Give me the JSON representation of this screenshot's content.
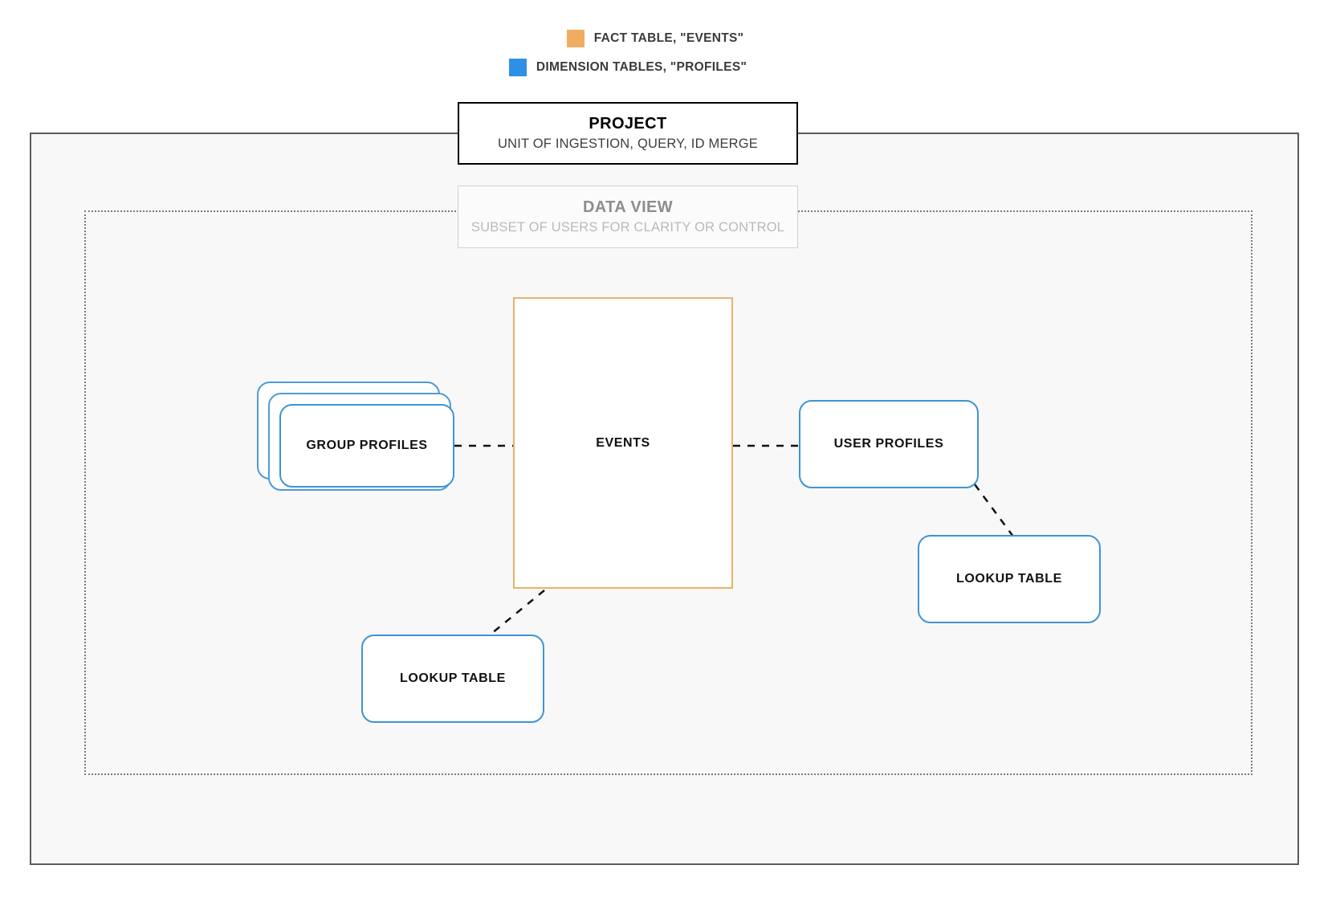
{
  "legend": {
    "items": [
      {
        "label": "FACT TABLE, \"EVENTS\"",
        "color": "#f0ad61",
        "icon": "orange-square-swatch"
      },
      {
        "label": "DIMENSION TABLES, \"PROFILES\"",
        "color": "#2e90e5",
        "icon": "blue-square-swatch"
      }
    ]
  },
  "project": {
    "title": "PROJECT",
    "subtitle": "UNIT OF INGESTION, QUERY, ID MERGE",
    "border_color": "#000000"
  },
  "data_view": {
    "title": "DATA VIEW",
    "subtitle": "SUBSET OF USERS FOR CLARITY OR CONTROL",
    "border_color": "#d0d0d0",
    "text_color": "#b9b9b9"
  },
  "nodes": {
    "events": {
      "label": "EVENTS",
      "type": "fact-table",
      "color": "#e8b36a"
    },
    "group_profiles": {
      "label": "GROUP PROFILES",
      "type": "dimension-table-stack",
      "stack_count": 3,
      "color": "#3e94d4"
    },
    "user_profiles": {
      "label": "USER PROFILES",
      "type": "dimension-table",
      "color": "#3e94d4"
    },
    "lookup_table_right": {
      "label": "LOOKUP TABLE",
      "type": "lookup-table",
      "color": "#3e94d4"
    },
    "lookup_table_left": {
      "label": "LOOKUP TABLE",
      "type": "lookup-table",
      "color": "#3e94d4"
    }
  },
  "connections": [
    {
      "from": "group_profiles",
      "to": "events",
      "style": "dashed"
    },
    {
      "from": "events",
      "to": "user_profiles",
      "style": "dashed"
    },
    {
      "from": "user_profiles",
      "to": "lookup_table_right",
      "style": "dashed"
    },
    {
      "from": "events",
      "to": "lookup_table_left",
      "style": "dashed"
    }
  ]
}
